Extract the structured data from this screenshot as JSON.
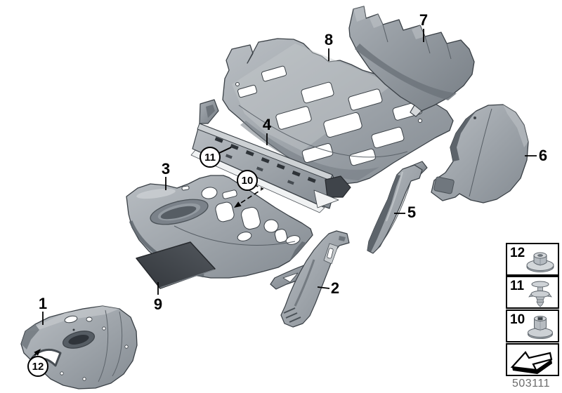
{
  "colors": {
    "background": "#ffffff",
    "part_fill": "#99a0a7",
    "part_fill_light": "#c7cbcf",
    "part_fill_dark": "#5d646b",
    "outline": "#3a4046",
    "mat_fill": "#3d4248",
    "line_black": "#000000",
    "diagram_number_gray": "#6b6b6b"
  },
  "callouts": [
    {
      "label": "1",
      "circled": false
    },
    {
      "label": "2",
      "circled": false
    },
    {
      "label": "3",
      "circled": false
    },
    {
      "label": "4",
      "circled": false
    },
    {
      "label": "5",
      "circled": false
    },
    {
      "label": "6",
      "circled": false
    },
    {
      "label": "7",
      "circled": false
    },
    {
      "label": "8",
      "circled": false
    },
    {
      "label": "9",
      "circled": false
    },
    {
      "label": "10",
      "circled": true
    },
    {
      "label": "11",
      "circled": true
    },
    {
      "label": "12",
      "circled": true
    }
  ],
  "legend": {
    "items": [
      {
        "label": "12",
        "icon": "flange-nut-icon"
      },
      {
        "label": "11",
        "icon": "expanding-rivet-icon"
      },
      {
        "label": "10",
        "icon": "plastic-nut-icon"
      }
    ],
    "direction_box_icon": "direction-arrow-icon",
    "diagram_number": "503111"
  }
}
